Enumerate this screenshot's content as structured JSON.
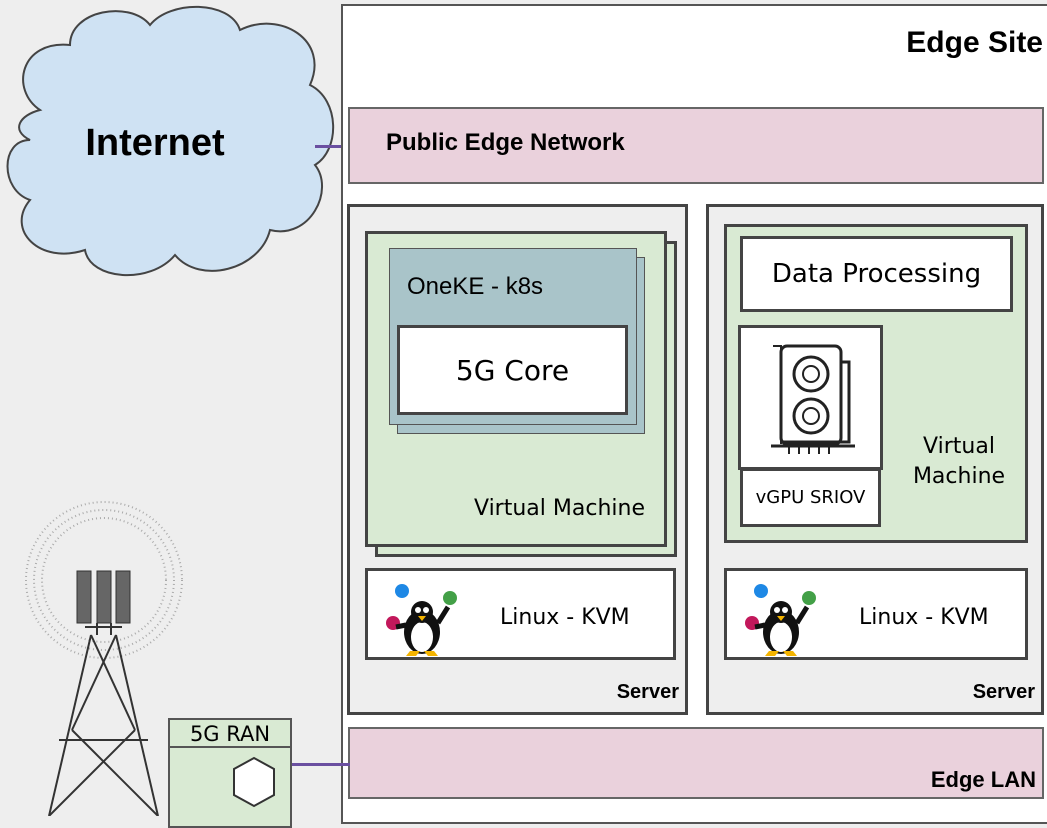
{
  "internet": {
    "label": "Internet"
  },
  "edge_site": {
    "title": "Edge Site"
  },
  "public_network": {
    "label": "Public Edge Network"
  },
  "server_left": {
    "vm_label": "Virtual Machine",
    "cluster_label": "OneKE - k8s",
    "core_label": "5G Core",
    "kvm_label": "Linux - KVM",
    "server_label": "Server"
  },
  "server_right": {
    "data_processing": "Data Processing",
    "vgpu_label": "vGPU SRIOV",
    "vm_label_line1": "Virtual",
    "vm_label_line2": "Machine",
    "kvm_label": "Linux - KVM",
    "server_label": "Server"
  },
  "edge_lan": {
    "label": "Edge LAN"
  },
  "ran": {
    "label": "5G RAN"
  },
  "colors": {
    "cloud": "#cfe2f3",
    "network": "#ead1dc",
    "vm": "#d9ead3",
    "k8s": "#a9c4c9",
    "connector": "#6a4fa0"
  }
}
